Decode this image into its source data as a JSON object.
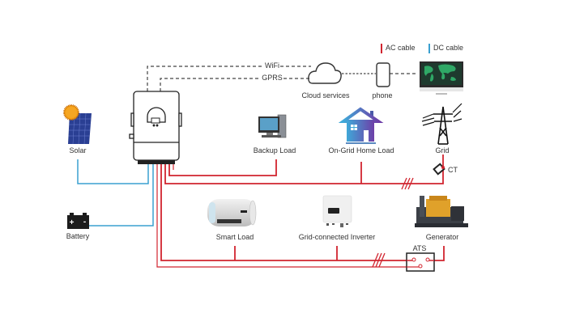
{
  "legend": {
    "ac_label": "AC cable",
    "dc_label": "DC cable",
    "ac_color": "#d1242f",
    "dc_color": "#3aa0d0"
  },
  "comm": {
    "wifi_label": "WiFi",
    "gprs_label": "GPRS"
  },
  "nodes": {
    "solar": "Solar",
    "battery": "Battery",
    "cloud": "Cloud services",
    "phone": "phone",
    "backup_load": "Backup Load",
    "home_load": "On-Grid Home Load",
    "grid": "Grid",
    "ct": "CT",
    "smart_load": "Smart Load",
    "grid_inverter": "Grid-connected Inverter",
    "generator": "Generator",
    "ats": "ATS"
  },
  "icons": {
    "solar": "solar-panel-icon",
    "battery": "battery-icon",
    "inverter": "hybrid-inverter-icon",
    "cloud": "cloud-icon",
    "phone": "smartphone-icon",
    "monitor": "monitor-world-map-icon",
    "backup_load": "desktop-computer-icon",
    "home_load": "house-icon",
    "grid": "power-tower-icon",
    "ct": "current-transformer-icon",
    "smart_load": "water-heater-icon",
    "grid_inverter": "grid-tie-inverter-icon",
    "generator": "generator-icon",
    "ats": "transfer-switch-icon"
  }
}
